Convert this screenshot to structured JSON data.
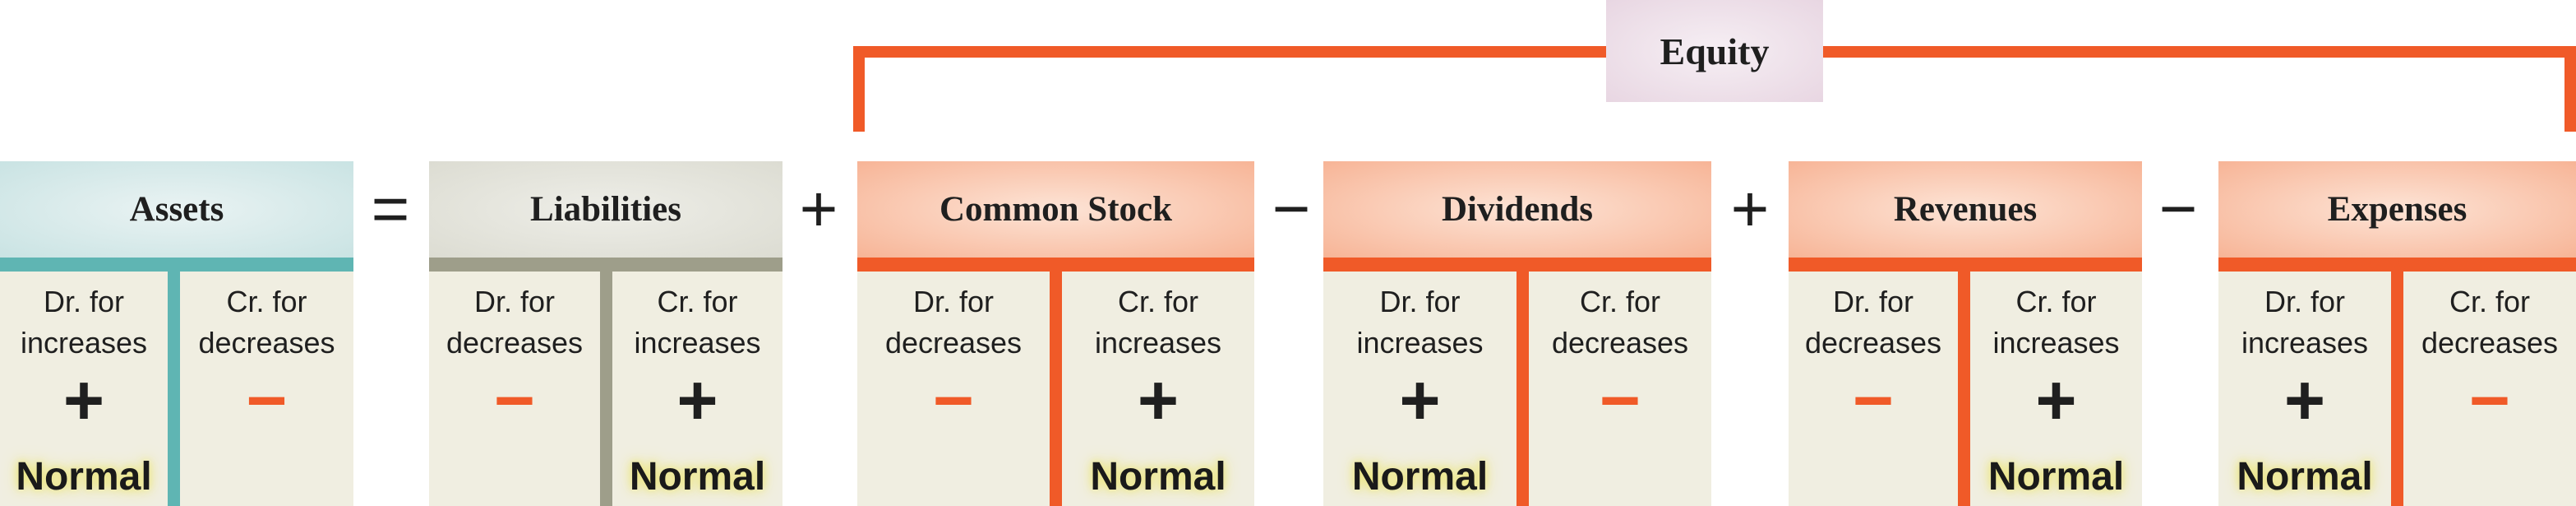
{
  "equity_label": "Equity",
  "colors": {
    "assets_accent": "#5fb5b3",
    "liabilities_accent": "#9e9e8a",
    "equity_accent": "#f05a28",
    "body_fill": "#f0eee1",
    "minus_sign": "#f05a28",
    "normal_highlight": "#ece67a"
  },
  "operators": [
    "=",
    "+",
    "−",
    "+",
    "−"
  ],
  "accounts": [
    {
      "name": "Assets",
      "left": {
        "label_1": "Dr. for",
        "label_2": "increases",
        "sign": "+",
        "normal": "Normal"
      },
      "right": {
        "label_1": "Cr. for",
        "label_2": "decreases",
        "sign": "−",
        "normal": ""
      }
    },
    {
      "name": "Liabilities",
      "left": {
        "label_1": "Dr. for",
        "label_2": "decreases",
        "sign": "−",
        "normal": ""
      },
      "right": {
        "label_1": "Cr. for",
        "label_2": "increases",
        "sign": "+",
        "normal": "Normal"
      }
    },
    {
      "name": "Common Stock",
      "left": {
        "label_1": "Dr. for",
        "label_2": "decreases",
        "sign": "−",
        "normal": ""
      },
      "right": {
        "label_1": "Cr. for",
        "label_2": "increases",
        "sign": "+",
        "normal": "Normal"
      }
    },
    {
      "name": "Dividends",
      "left": {
        "label_1": "Dr. for",
        "label_2": "increases",
        "sign": "+",
        "normal": "Normal"
      },
      "right": {
        "label_1": "Cr. for",
        "label_2": "decreases",
        "sign": "−",
        "normal": ""
      }
    },
    {
      "name": "Revenues",
      "left": {
        "label_1": "Dr. for",
        "label_2": "decreases",
        "sign": "−",
        "normal": ""
      },
      "right": {
        "label_1": "Cr. for",
        "label_2": "increases",
        "sign": "+",
        "normal": "Normal"
      }
    },
    {
      "name": "Expenses",
      "left": {
        "label_1": "Dr. for",
        "label_2": "increases",
        "sign": "+",
        "normal": "Normal"
      },
      "right": {
        "label_1": "Cr. for",
        "label_2": "decreases",
        "sign": "−",
        "normal": ""
      }
    }
  ]
}
